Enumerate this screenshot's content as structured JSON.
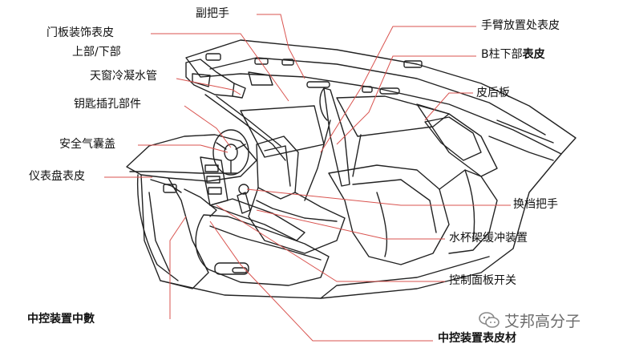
{
  "diagram": {
    "labels": {
      "assist_grip": "副把手",
      "door_trim": "门板装饰表皮",
      "door_trim_parts": "上部/下部",
      "sunroof_drain": "天窗冷凝水管",
      "armrest_skin": "手臂放置处表皮",
      "b_pillar_lower": "B柱下部",
      "b_pillar_lower_bold": "表皮",
      "rear_package": "皮后板",
      "key_cylinder": "钥匙插孔部件",
      "airbag_cover": "安全气囊盖",
      "instrument_panel": "仪表盘表皮",
      "shift_knob": "换档把手",
      "cup_holder_damper": "水杯架缓冲装置",
      "control_panel_switch": "控制面板开关",
      "console_central": "中控装置中數",
      "console_skin": "中控装置表皮材"
    },
    "line_color": "#d9534f",
    "outline_color": "#222222"
  },
  "watermark": {
    "text": "艾邦高分子",
    "icon": "wechat-icon"
  }
}
